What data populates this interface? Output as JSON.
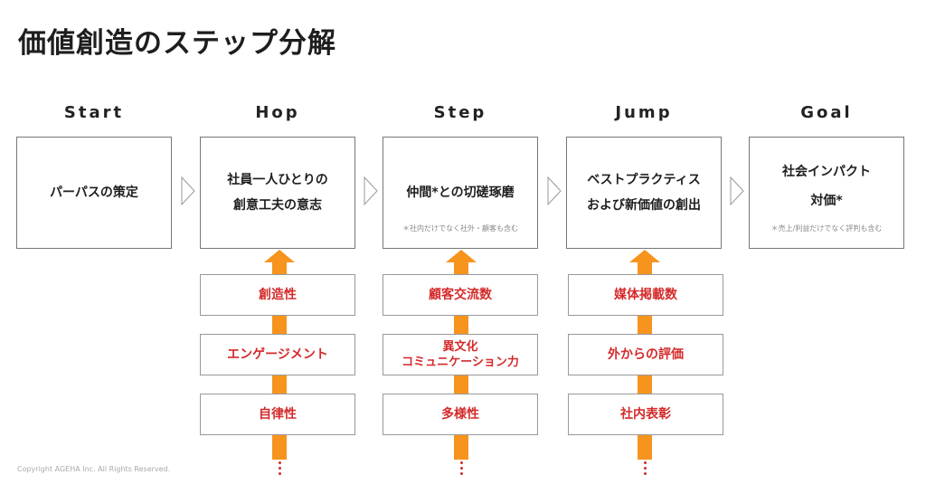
{
  "title": "価値創造のステップ分解",
  "stages": [
    {
      "label": "Start",
      "text": "パーパスの策定",
      "note": ""
    },
    {
      "label": "Hop",
      "text": "社員一人ひとりの\n創意工夫の意志",
      "note": ""
    },
    {
      "label": "Step",
      "text": "仲間*との切磋琢磨",
      "note": "＊社内だけでなく社外・顧客も含む"
    },
    {
      "label": "Jump",
      "text": "ベストプラクティス\nおよび新価値の創出",
      "note": ""
    },
    {
      "label": "Goal",
      "text": "社会インパクト\n対価*",
      "note": "＊売上/利益だけでなく評判も含む"
    }
  ],
  "metrics": {
    "hop": [
      "創造性",
      "エンゲージメント",
      "自律性"
    ],
    "step": [
      "顧客交流数",
      "異文化\nコミュニケーション力",
      "多様性"
    ],
    "jump": [
      "媒体掲載数",
      "外からの評価",
      "社内表彰"
    ]
  },
  "colors": {
    "arrow": "#f7941d",
    "metric_text": "#d42a2a",
    "border": "#777777"
  },
  "footer": {
    "copyright": "Copyright AGEHA Inc. All Rights Reserved."
  }
}
